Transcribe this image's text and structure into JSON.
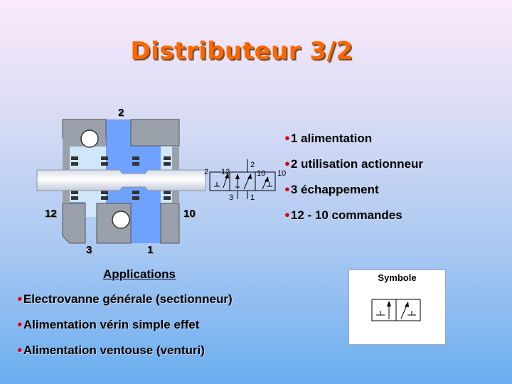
{
  "title": "Distributeur 3/2",
  "valve": {
    "port_top": "2",
    "port_left": "12",
    "port_right": "10",
    "port_bottom_left": "3",
    "port_bottom_right": "1"
  },
  "small_symbol": {
    "top_label": "2",
    "left_outer": "2",
    "left_inner": "12",
    "right_inner": "10",
    "right_outer": "10",
    "bottom_left": "3",
    "bottom_right": "1"
  },
  "bullets": [
    "1 alimentation",
    "2 utilisation actionneur",
    "3 échappement",
    "12 - 10 commandes"
  ],
  "applications": {
    "title": "Applications",
    "items": [
      "Electrovanne générale (sectionneur)",
      "Alimentation vérin simple effet",
      "Alimentation ventouse (venturi)"
    ]
  },
  "symbol_box": {
    "caption": "Symbole"
  },
  "colors": {
    "title": "#ff6600",
    "bullet_dot": "#e0001a",
    "valve_body": "#9aa1ab",
    "valve_channel": "#6fa2ff",
    "valve_chamber": "#cfe6fb"
  }
}
